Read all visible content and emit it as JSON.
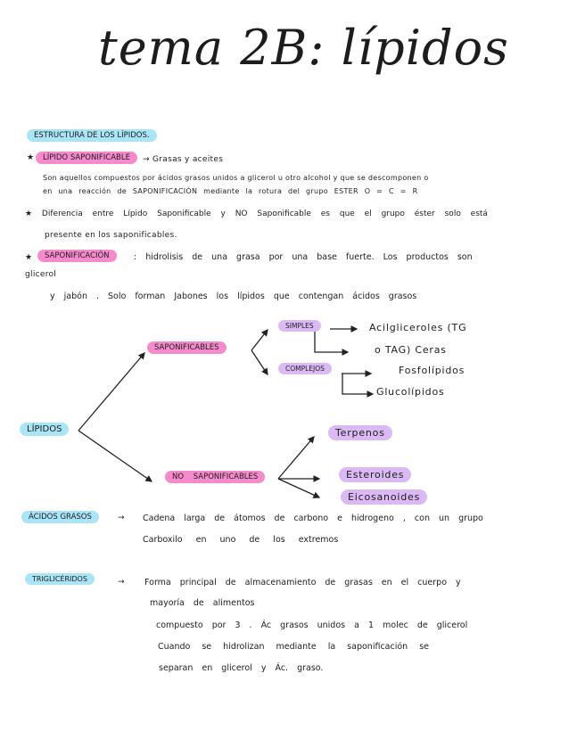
{
  "title": "tema 2B: lípidos",
  "colors": {
    "cyan": "#a9e5f6",
    "pink": "#f58bcd",
    "lavender": "#dbb9f4"
  },
  "estructura": {
    "heading": "ESTRUCTURA DE LOS LÍPIDOS.",
    "bullet1_label": "LÍPIDO SAPONIFICABLE",
    "bullet1_tail": "→ Grasas y aceites",
    "bullet1_lines": [
      "Son aquellos compuestos por ácidos grasos unidos a glicerol u otro alcohol y que se descomponen o",
      "en una reacción de SAPONIFICACIÓN mediante la rotura del grupo ESTER   O = C = R"
    ],
    "bullet2_lines": [
      "★  Diferencia entre Lípido Saponificable y NO Saponificable es que el grupo éster solo está",
      "presente en los saponificables."
    ],
    "bullet3_label": "SAPONIFICACIÓN",
    "bullet3_lines": [
      ": hidrolisis de una grasa por una base fuerte. Los productos son",
      "glicerol",
      "y jabón . Solo forman Jabones los lípidos que contengan ácidos grasos"
    ],
    "star": "★"
  },
  "diagram": {
    "root": "LÍPIDOS",
    "saponificables": "SAPONIFICABLES",
    "simples": "SIMPLES",
    "simples_items": [
      "Acilgliceroles (TG",
      "o TAG) Ceras"
    ],
    "complejos": "COMPLEJOS",
    "complejos_items": [
      "Fosfolípidos",
      "Glucolípidos"
    ],
    "no_saponificables": "NO SAPONIFICABLES",
    "no_sap_items": [
      "Terpenos",
      "Esteroides",
      "Eicosanoides"
    ]
  },
  "acidos": {
    "label": "ÁCIDOS GRASOS",
    "arrow": "→",
    "lines": [
      "Cadena larga de átomos de carbono e hidrogeno , con un grupo",
      "Carboxilo en uno de los extremos"
    ]
  },
  "trigliceridos": {
    "label": "TRIGLICÉRIDOS",
    "arrow": "→",
    "lines": [
      "Forma principal de almacenamiento de grasas en el cuerpo y",
      "mayoría de alimentos",
      "compuesto por 3 . Ác grasos unidos a 1 molec de glicerol",
      "Cuando se hidrolizan mediante la saponificación se",
      "separan en glicerol y Ác. graso."
    ]
  }
}
